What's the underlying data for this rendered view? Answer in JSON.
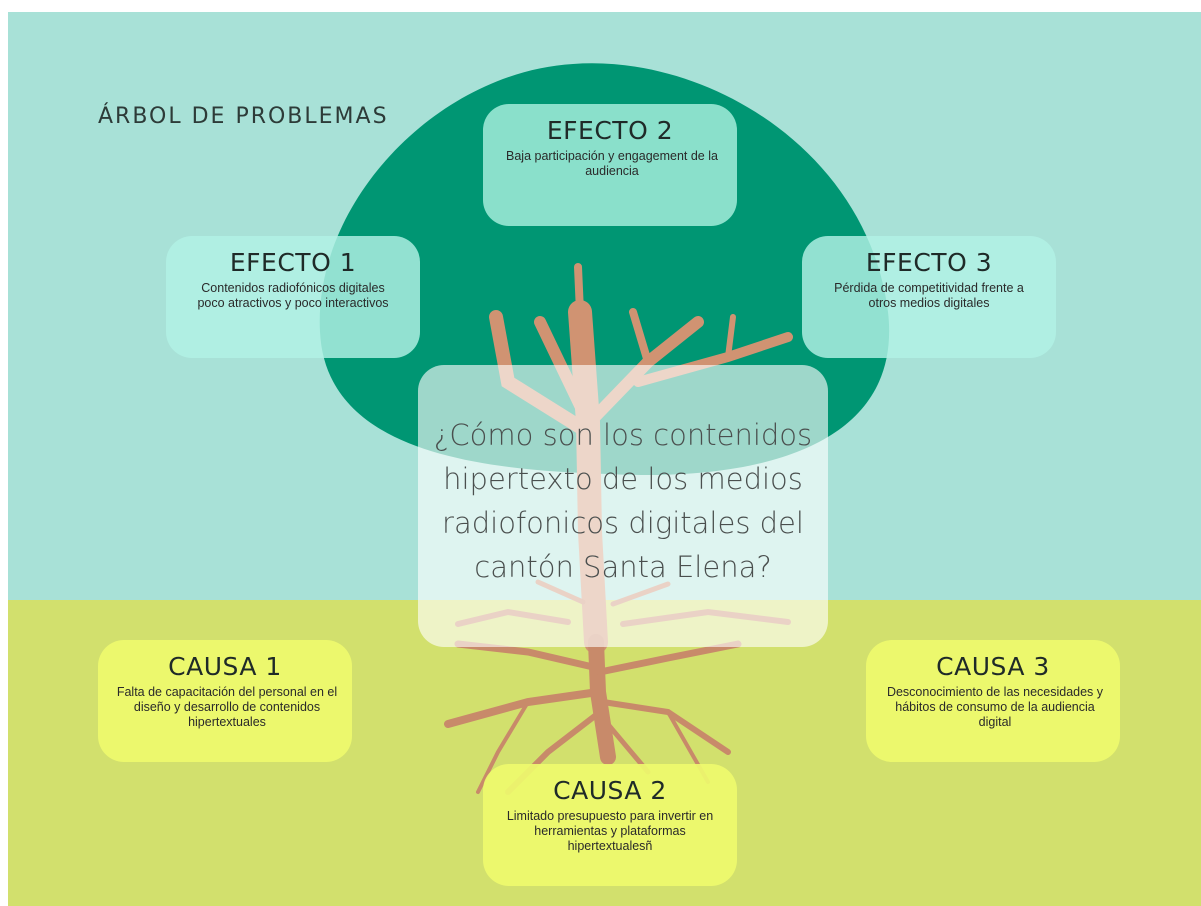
{
  "title": "ÁRBOL DE PROBLEMAS",
  "question": "¿Cómo son los contenidos hipertexto de los medios radiofonicos digitales del cantón Santa Elena?",
  "effects": [
    {
      "heading": "EFECTO 1",
      "text": "Contenidos radiofónicos digitales poco atractivos y poco interactivos"
    },
    {
      "heading": "EFECTO 2",
      "text": "Baja participación y engagement de la audiencia"
    },
    {
      "heading": "EFECTO 3",
      "text": "Pérdida de competitividad frente a otros medios digitales"
    }
  ],
  "causes": [
    {
      "heading": "CAUSA 1",
      "text": "Falta de capacitación del personal en el diseño y desarrollo de contenidos hipertextuales"
    },
    {
      "heading": "CAUSA 2",
      "text": "Limitado presupuesto para invertir en herramientas y plataformas hipertextualesñ"
    },
    {
      "heading": "CAUSA 3",
      "text": "Desconocimiento de las necesidades y hábitos de consumo de la audiencia digital"
    }
  ],
  "colors": {
    "sky": "#a8e1d7",
    "ground": "#d2e06d",
    "canopy": "#009673",
    "trunk": "#d09372"
  }
}
